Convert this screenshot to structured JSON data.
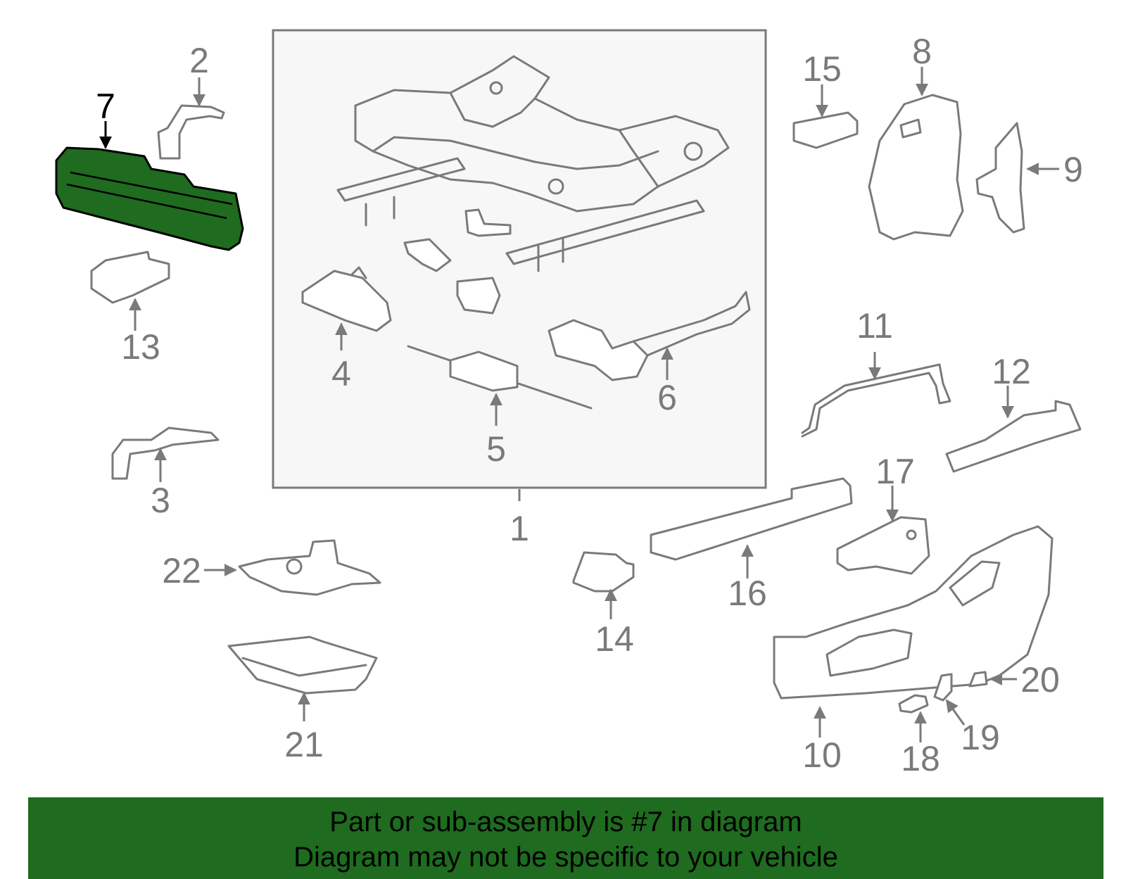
{
  "callouts": {
    "c1": "1",
    "c2": "2",
    "c3": "3",
    "c4": "4",
    "c5": "5",
    "c6": "6",
    "c7": "7",
    "c8": "8",
    "c9": "9",
    "c10": "10",
    "c11": "11",
    "c12": "12",
    "c13": "13",
    "c14": "14",
    "c15": "15",
    "c16": "16",
    "c17": "17",
    "c18": "18",
    "c19": "19",
    "c20": "20",
    "c21": "21",
    "c22": "22"
  },
  "highlight": {
    "part": "7",
    "color": "#1f6b1f"
  },
  "banner": {
    "line1": "Part or sub-assembly is #7 in diagram",
    "line2": "Diagram may not be specific to your vehicle"
  }
}
